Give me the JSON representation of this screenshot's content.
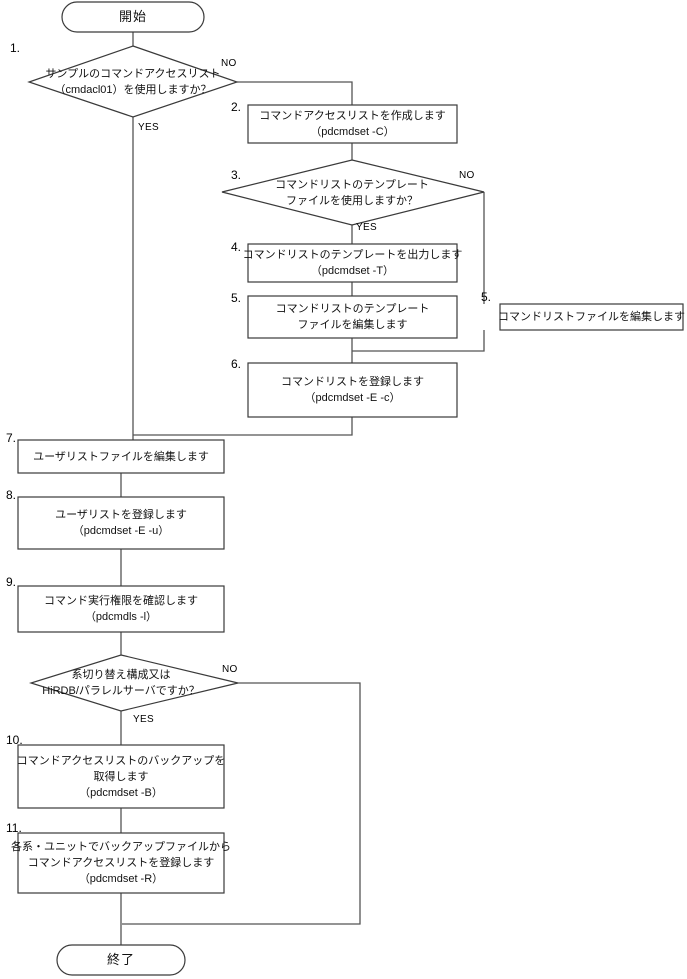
{
  "diagram": {
    "type": "flowchart",
    "title_terminals": {
      "start": "開始",
      "end": "終了"
    },
    "branch_labels": {
      "yes": "YES",
      "no": "NO"
    },
    "nodes": [
      {
        "id": "start",
        "shape": "terminator",
        "lines": [
          "開始"
        ]
      },
      {
        "id": "d1",
        "shape": "decision",
        "step": "1.",
        "lines": [
          "サンプルのコマンドアクセスリスト",
          "（cmdacl01）を使用しますか？"
        ]
      },
      {
        "id": "p2",
        "shape": "process",
        "step": "2.",
        "lines": [
          "コマンドアクセスリストを作成します",
          "（pdcmdset -C）"
        ]
      },
      {
        "id": "d3",
        "shape": "decision",
        "step": "3.",
        "lines": [
          "コマンドリストのテンプレート",
          "ファイルを使用しますか？"
        ]
      },
      {
        "id": "p4",
        "shape": "process",
        "step": "4.",
        "lines": [
          "コマンドリストのテンプレートを出力します",
          "（pdcmdset -T）"
        ]
      },
      {
        "id": "p5a",
        "shape": "process",
        "step": "5.",
        "lines": [
          "コマンドリストのテンプレート",
          "ファイルを編集します"
        ]
      },
      {
        "id": "p5b",
        "shape": "process",
        "step": "5.",
        "lines": [
          "コマンドリストファイルを編集します"
        ]
      },
      {
        "id": "p6",
        "shape": "process",
        "step": "6.",
        "lines": [
          "コマンドリストを登録します",
          "（pdcmdset -E -c）"
        ]
      },
      {
        "id": "p7",
        "shape": "process",
        "step": "7.",
        "lines": [
          "ユーザリストファイルを編集します"
        ]
      },
      {
        "id": "p8",
        "shape": "process",
        "step": "8.",
        "lines": [
          "ユーザリストを登録します",
          "（pdcmdset -E -u）"
        ]
      },
      {
        "id": "p9",
        "shape": "process",
        "step": "9.",
        "lines": [
          "コマンド実行権限を確認します",
          "（pdcmdls -l）"
        ]
      },
      {
        "id": "d9",
        "shape": "decision",
        "step": "",
        "lines": [
          "系切り替え構成又は",
          "HiRDB/パラレルサーバですか？"
        ]
      },
      {
        "id": "p10",
        "shape": "process",
        "step": "10.",
        "lines": [
          "コマンドアクセスリストのバックアップを",
          "取得します",
          "（pdcmdset -B）"
        ]
      },
      {
        "id": "p11",
        "shape": "process",
        "step": "11.",
        "lines": [
          "各系・ユニットでバックアップファイルから",
          "コマンドアクセスリストを登録します",
          "（pdcmdset -R）"
        ]
      },
      {
        "id": "end",
        "shape": "terminator",
        "lines": [
          "終了"
        ]
      }
    ],
    "edges": [
      {
        "from": "start",
        "to": "d1",
        "label": ""
      },
      {
        "from": "d1",
        "to": "p7",
        "label": "YES"
      },
      {
        "from": "d1",
        "to": "p2",
        "label": "NO"
      },
      {
        "from": "p2",
        "to": "d3",
        "label": ""
      },
      {
        "from": "d3",
        "to": "p4",
        "label": "YES"
      },
      {
        "from": "d3",
        "to": "p5b",
        "label": "NO"
      },
      {
        "from": "p4",
        "to": "p5a",
        "label": ""
      },
      {
        "from": "p5a",
        "to": "p6",
        "label": ""
      },
      {
        "from": "p5b",
        "to": "p6",
        "label": ""
      },
      {
        "from": "p6",
        "to": "p7",
        "label": ""
      },
      {
        "from": "p7",
        "to": "p8",
        "label": ""
      },
      {
        "from": "p8",
        "to": "p9",
        "label": ""
      },
      {
        "from": "p9",
        "to": "d9",
        "label": ""
      },
      {
        "from": "d9",
        "to": "p10",
        "label": "YES"
      },
      {
        "from": "d9",
        "to": "end",
        "label": "NO"
      },
      {
        "from": "p10",
        "to": "p11",
        "label": ""
      },
      {
        "from": "p11",
        "to": "end",
        "label": ""
      }
    ],
    "colors": {
      "shape_stroke": "#3a3a3a",
      "connector_stroke": "#555555",
      "background": "#ffffff",
      "text": "#111111"
    }
  }
}
